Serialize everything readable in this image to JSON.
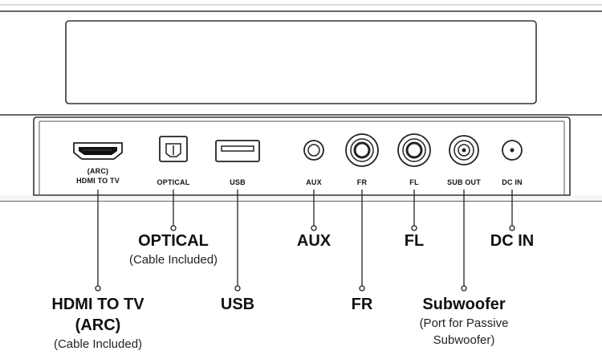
{
  "panel_labels": {
    "hdmi_line1": "(ARC)",
    "hdmi_line2": "HDMI TO TV",
    "optical": "OPTICAL",
    "usb": "USB",
    "aux": "AUX",
    "fr": "FR",
    "fl": "FL",
    "sub_out": "SUB OUT",
    "dc_in": "DC IN"
  },
  "callouts": {
    "hdmi": {
      "line1": "HDMI TO TV",
      "line2": "(ARC)",
      "sub": "(Cable Included)"
    },
    "optical": {
      "title": "OPTICAL",
      "sub": "(Cable Included)"
    },
    "usb": {
      "title": "USB"
    },
    "aux": {
      "title": "AUX"
    },
    "fr": {
      "title": "FR"
    },
    "fl": {
      "title": "FL"
    },
    "subwoofer": {
      "title": "Subwoofer",
      "sub_line1": "(Port for Passive",
      "sub_line2": "Subwoofer)"
    },
    "dc_in": {
      "title": "DC IN"
    }
  }
}
